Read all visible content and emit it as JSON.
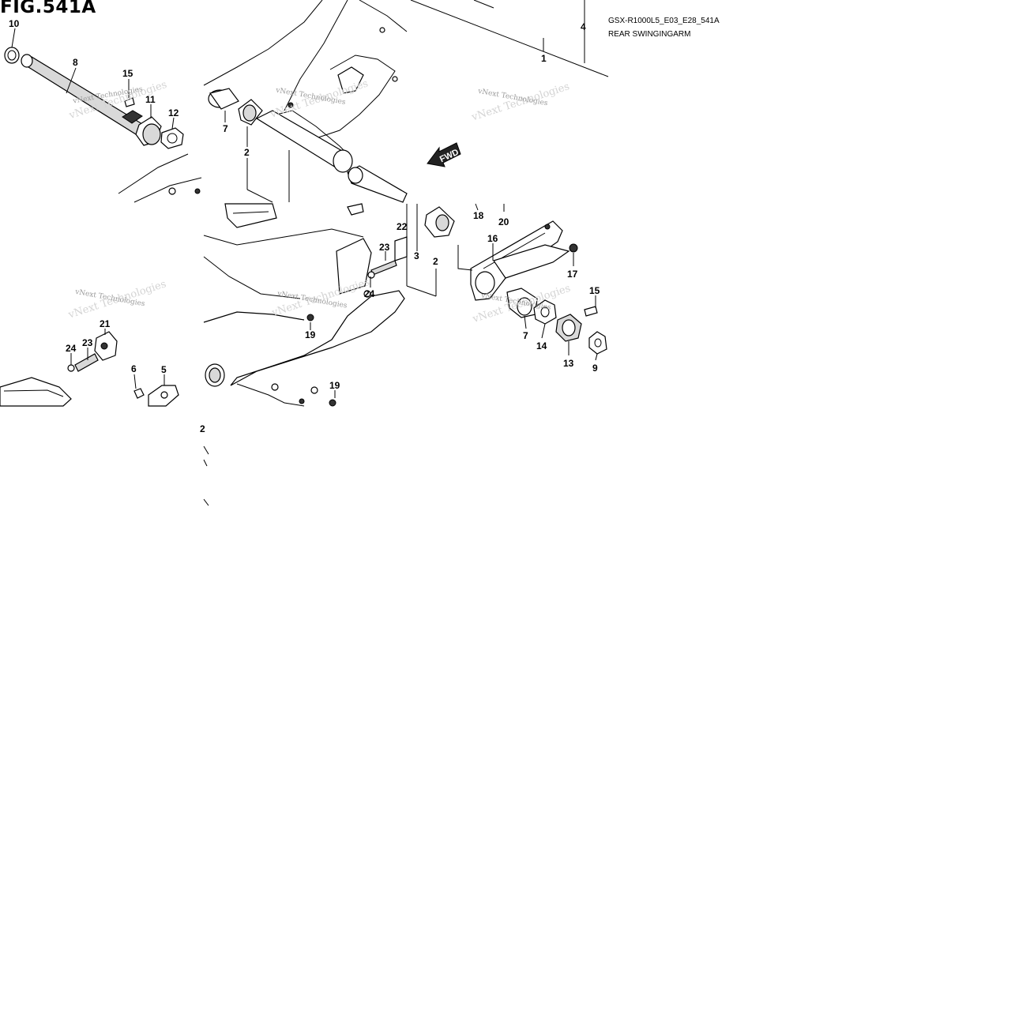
{
  "header": {
    "figure": "FIG.541A",
    "code": "GSX-R1000L5_E03_E28_541A",
    "name": "REAR SWINGINGARM"
  },
  "watermark": "vNext Technologies",
  "fwd_label": "FWD",
  "callouts": {
    "c1": "1",
    "c2a": "2",
    "c2b": "2",
    "c2c": "2",
    "c3": "3",
    "c4": "4",
    "c5": "5",
    "c6": "6",
    "c7a": "7",
    "c7b": "7",
    "c8": "8",
    "c9": "9",
    "c10": "10",
    "c11": "11",
    "c12": "12",
    "c13": "13",
    "c14": "14",
    "c15a": "15",
    "c15b": "15",
    "c16": "16",
    "c17": "17",
    "c18": "18",
    "c19a": "19",
    "c19b": "19",
    "c20": "20",
    "c21": "21",
    "c22": "22",
    "c23a": "23",
    "c23b": "23",
    "c24a": "24",
    "c24b": "24"
  }
}
